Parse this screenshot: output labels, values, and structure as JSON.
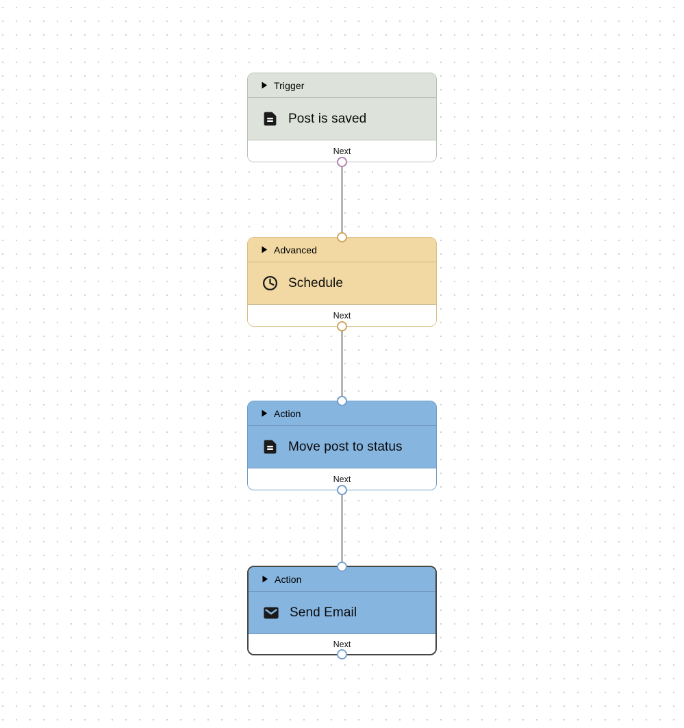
{
  "canvas": {
    "background": "#ffffff",
    "grid_dot_color": "#d2d2d2",
    "edge_color": "#b5b5b5"
  },
  "nodes": [
    {
      "id": "trigger",
      "category_label": "Trigger",
      "title": "Post is saved",
      "icon": "file-text-icon",
      "footer_label": "Next",
      "has_input_port": false,
      "has_output_port": true,
      "selected": false,
      "colors": {
        "bg": "#dde3da",
        "border": "#b7c1b4",
        "port": "#b084b0"
      }
    },
    {
      "id": "advanced-schedule",
      "category_label": "Advanced",
      "title": "Schedule",
      "icon": "clock-icon",
      "footer_label": "Next",
      "has_input_port": true,
      "has_output_port": true,
      "selected": false,
      "colors": {
        "bg": "#f2d9a4",
        "border": "#ddbe81",
        "port": "#cfa75f"
      }
    },
    {
      "id": "action-move-post",
      "category_label": "Action",
      "title": "Move post to status",
      "icon": "file-text-icon",
      "footer_label": "Next",
      "has_input_port": true,
      "has_output_port": true,
      "selected": false,
      "colors": {
        "bg": "#86b5e0",
        "border": "#6d9cc9",
        "port": "#6f9ccb"
      }
    },
    {
      "id": "action-send-email",
      "category_label": "Action",
      "title": "Send Email",
      "icon": "mail-icon",
      "footer_label": "Next",
      "has_input_port": true,
      "has_output_port": true,
      "selected": true,
      "colors": {
        "bg": "#86b5e0",
        "border": "#454545",
        "port": "#7aa3cf"
      }
    }
  ],
  "edges": [
    {
      "from": "trigger",
      "to": "advanced-schedule"
    },
    {
      "from": "advanced-schedule",
      "to": "action-move-post"
    },
    {
      "from": "action-move-post",
      "to": "action-send-email"
    }
  ]
}
